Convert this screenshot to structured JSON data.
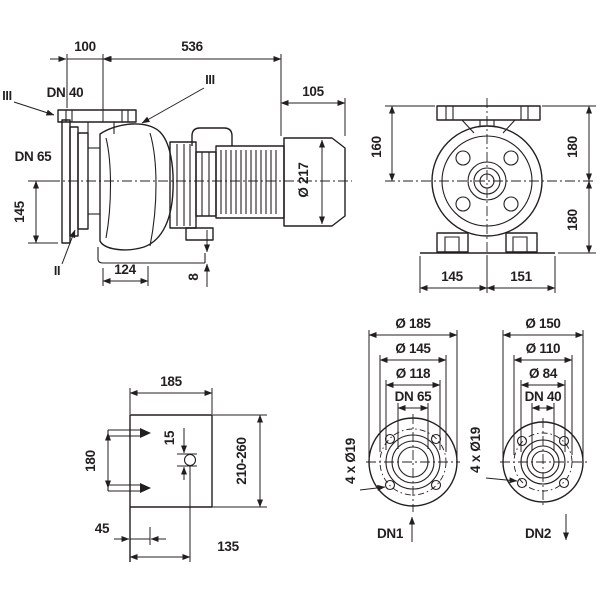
{
  "colors": {
    "ink": "#231f20",
    "background": "#ffffff"
  },
  "side_view": {
    "dim_100": "100",
    "dim_536": "536",
    "dim_105": "105",
    "label_dn40": "DN 40",
    "label_dn65": "DN 65",
    "dim_145": "145",
    "dim_124": "124",
    "dim_8": "8",
    "dim_d217": "Ø 217",
    "marker_left": "III",
    "marker_mid": "III",
    "marker_suction": "II"
  },
  "front_view": {
    "dim_160": "160",
    "dim_180_top": "180",
    "dim_180_bottom": "180",
    "dim_145": "145",
    "dim_151": "151"
  },
  "plan_view": {
    "dim_185": "185",
    "dim_180": "180",
    "dim_15": "15",
    "dim_range": "210-260",
    "dim_45": "45",
    "dim_135": "135"
  },
  "flange_dn65": {
    "dim_outer": "Ø 185",
    "dim_bolt_circle": "Ø 145",
    "dim_face": "Ø 118",
    "dim_bore": "DN 65",
    "dim_holes": "4 x Ø19",
    "label_port": "DN1"
  },
  "flange_dn40": {
    "dim_outer": "Ø 150",
    "dim_bolt_circle": "Ø 110",
    "dim_face": "Ø 84",
    "dim_bore": "DN 40",
    "dim_holes": "4 x Ø19",
    "label_port": "DN2"
  }
}
